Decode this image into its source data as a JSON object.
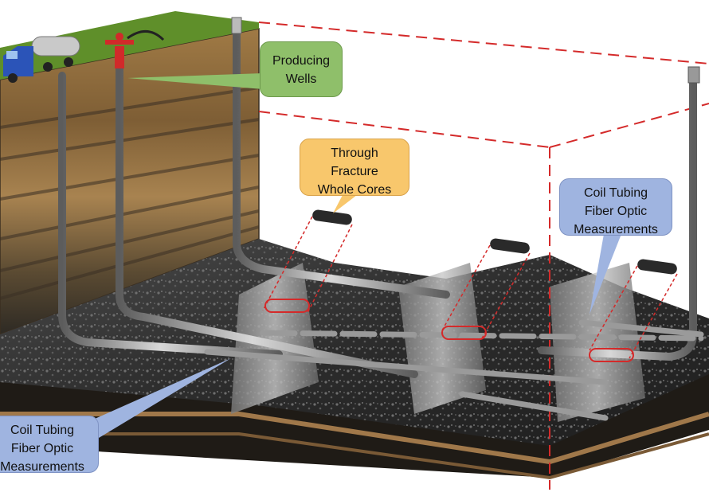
{
  "callouts": {
    "producing_wells": {
      "line1": "Producing",
      "line2": "Wells",
      "color": "#8fbf6a"
    },
    "through_fracture_cores": {
      "line1": "Through",
      "line2": "Fracture",
      "line3": "Whole Cores",
      "color": "#f8c76c"
    },
    "fiber_optic_right": {
      "line1": "Coil Tubing",
      "line2": "Fiber Optic",
      "line3": "Measurements",
      "color": "#9fb4e0"
    },
    "fiber_optic_left": {
      "line1": "Coil Tubing",
      "line2": "Fiber Optic",
      "line3": "Measurements",
      "color": "#9fb4e0"
    }
  },
  "colors": {
    "ground_surface": "#5f8f2a",
    "rock_strata": "#8a6a3c",
    "reservoir_rock": "#3a3a3a",
    "fracture_plane": "#6b6b6b",
    "well_pipe": "#a9a9a9",
    "core_outline": "#d42a2a",
    "boundary_dash": "#d42a2a"
  }
}
